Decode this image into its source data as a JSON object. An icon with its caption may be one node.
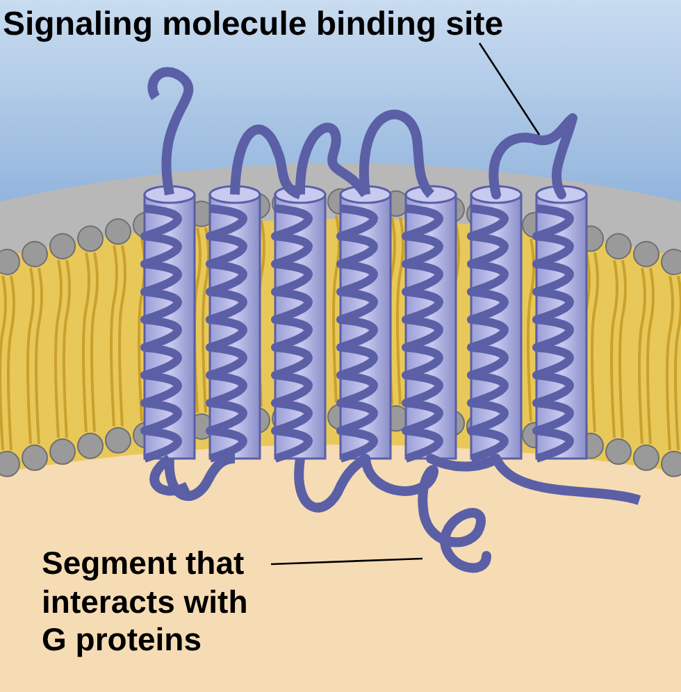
{
  "diagram": {
    "nodes": [
      {
        "text": [
          "Signaling molecule binding site"
        ]
      },
      {
        "text": [],
        "shape": "picture"
      },
      {
        "text": [
          "Segment that interacts with G proteins"
        ]
      },
      {
        "text": [],
        "shape": "picture"
      }
    ],
    "edges": [
      {
        "from": 0,
        "to": 1,
        "arrow": "none"
      },
      {
        "from": 2,
        "to": 3,
        "arrow": "none"
      }
    ]
  }
}
